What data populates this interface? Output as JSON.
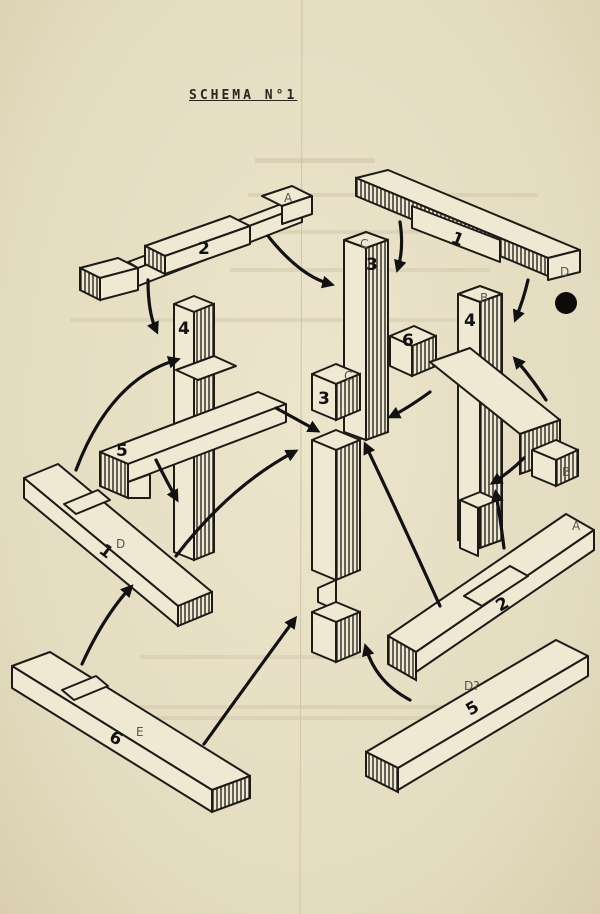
{
  "title": "SCHEMA N°1",
  "colors": {
    "paper": "#e9e2c9",
    "ink": "#1e1b16",
    "shade": "#3a342a",
    "pencil": "#555555"
  },
  "pieces": [
    {
      "number": "1",
      "letter": "D"
    },
    {
      "number": "2",
      "letter": "A"
    },
    {
      "number": "3",
      "letter": "C"
    },
    {
      "number": "4",
      "letter": "B"
    },
    {
      "number": "5",
      "letter": "D?"
    },
    {
      "number": "6",
      "letter": "E"
    }
  ]
}
